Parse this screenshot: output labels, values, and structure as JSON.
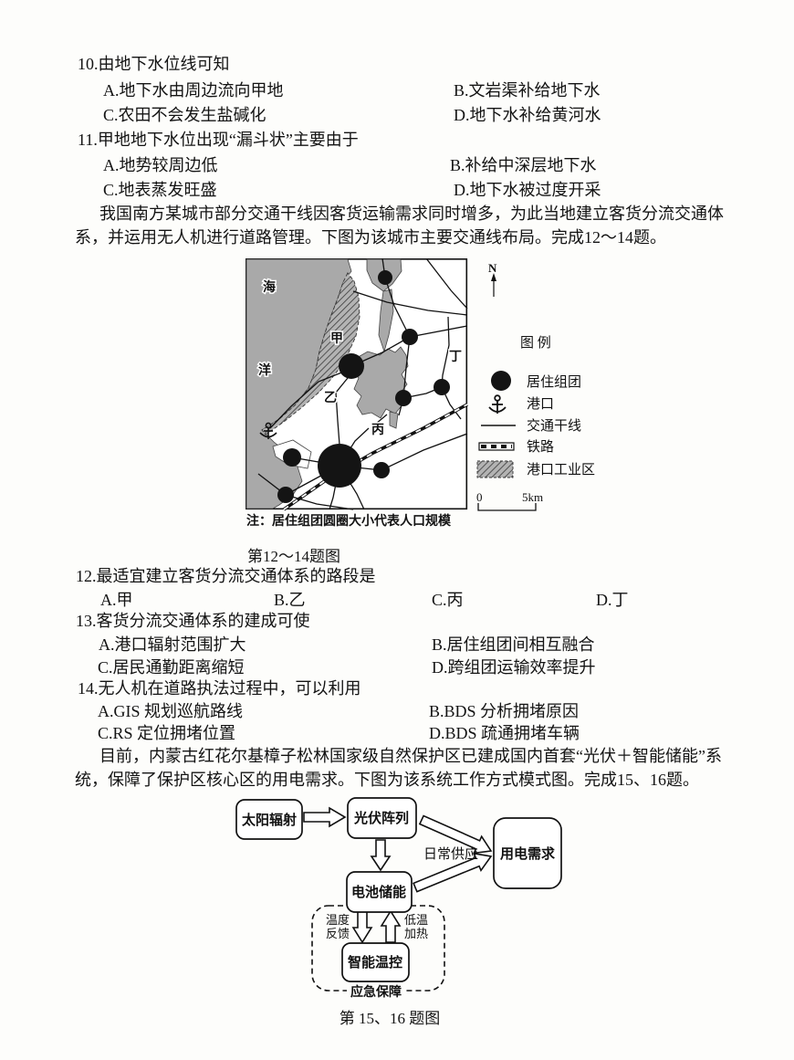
{
  "questions": [
    {
      "stem": "10.由地下水位线可知",
      "options": [
        "A.地下水由周边流向甲地",
        "B.文岩渠补给地下水",
        "C.农田不会发生盐碱化",
        "D.地下水补给黄河水"
      ]
    },
    {
      "stem": "11.甲地地下水位出现“漏斗状”主要由于",
      "options": [
        "A.地势较周边低",
        "B.补给中深层地下水",
        "C.地表蒸发旺盛",
        "D.地下水被过度开采"
      ]
    },
    {
      "stem": "12.最适宜建立客货分流交通体系的路段是",
      "options": [
        "A.甲",
        "B.乙",
        "C.丙",
        "D.丁"
      ]
    },
    {
      "stem": "13.客货分流交通体系的建成可使",
      "options": [
        "A.港口辐射范围扩大",
        "B.居住组团间相互融合",
        "C.居民通勤距离缩短",
        "D.跨组团运输效率提升"
      ]
    },
    {
      "stem": "14.无人机在道路执法过程中，可以利用",
      "options": [
        "A.GIS 规划巡航路线",
        "B.BDS 分析拥堵原因",
        "C.RS 定位拥堵位置",
        "D.BDS 疏通拥堵车辆"
      ]
    }
  ],
  "paragraphs": [
    {
      "line1": "我国南方某城市部分交通干线因客货运输需求同时增多，为此当地建立客货分流交通体",
      "line2": "系，并运用无人机进行道路管理。下图为该城市主要交通线布局。完成12～14题。"
    },
    {
      "line1": "目前，内蒙古红花尔基樟子松林国家级自然保护区已建成国内首套“光伏＋智能储能”系",
      "line2": "统，保障了保护区核心区的用电需求。下图为该系统工作方式模式图。完成15、16题。"
    }
  ],
  "map": {
    "sea_labels": [
      "海",
      "洋"
    ],
    "place_labels": [
      "甲",
      "乙",
      "丙",
      "丁"
    ],
    "north": "N",
    "legend_title": "图 例",
    "legend_items": [
      "居住组团",
      "港口",
      "交通干线",
      "铁路",
      "港口工业区"
    ],
    "scale_start": "0",
    "scale_end": "5km",
    "note": "注：居住组团圆圈大小代表人口规模",
    "caption": "第12～14题图"
  },
  "flowchart": {
    "boxes": [
      "太阳辐射",
      "光伏阵列",
      "用电需求",
      "电池储能",
      "智能温控"
    ],
    "daily_supply": "日常供应",
    "temp_feedback_l1": "温度",
    "temp_feedback_l2": "反馈",
    "low_heat_l1": "低温",
    "low_heat_l2": "加热",
    "emergency": "应急保障",
    "caption": "第 15、16 题图"
  },
  "colors": {
    "ink": "#131313",
    "sea_gray": "#a9a9a9",
    "hatch_bg": "#b3b3b3",
    "hatch_line": "#3a3a3a"
  }
}
